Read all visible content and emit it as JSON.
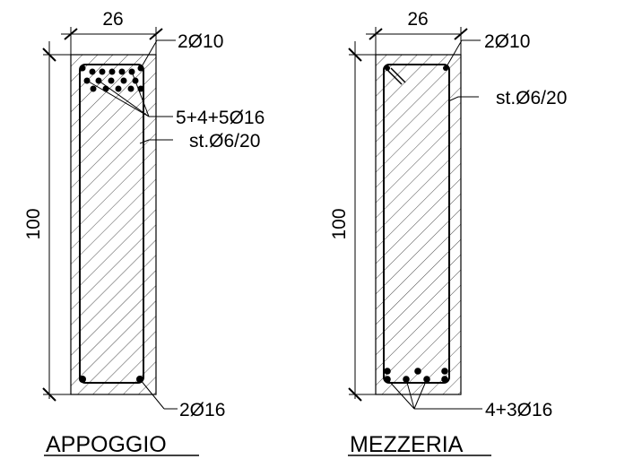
{
  "sections": [
    {
      "title": "APPOGGIO",
      "width_dim": "26",
      "height_dim": "100",
      "top_bars": "2Ø10",
      "main_bars": "5+4+5Ø16",
      "stirrups": "st.Ø6/20",
      "bottom_bars": "2Ø16"
    },
    {
      "title": "MEZZERIA",
      "width_dim": "26",
      "height_dim": "100",
      "top_bars": "2Ø10",
      "stirrups": "st.Ø6/20",
      "bottom_bars": "4+3Ø16"
    }
  ]
}
